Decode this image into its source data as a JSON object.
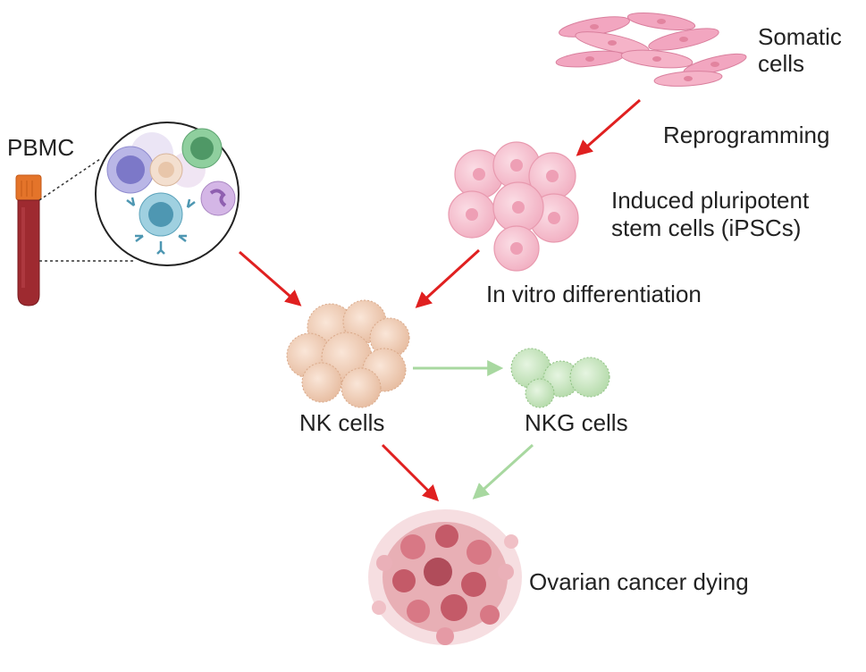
{
  "labels": {
    "pbmc": "PBMC",
    "somatic_line1": "Somatic",
    "somatic_line2": "cells",
    "reprogramming": "Reprogramming",
    "ipsc_line1": "Induced pluripotent",
    "ipsc_line2": "stem cells (iPSCs)",
    "differentiation": "In vitro differentiation",
    "nk_cells": "NK cells",
    "nkg_cells": "NKG cells",
    "ovarian": "Ovarian cancer dying"
  },
  "colors": {
    "red_arrow": "#e02020",
    "green_arrow": "#a8d8a0",
    "text": "#222222",
    "somatic_cell": "#f2a6c0",
    "ipsc_cell": "#f7c6d2",
    "nk_cell": "#f1d2bc",
    "nkg_cell": "#cfe9c7",
    "cancer": "#c05865",
    "tube_blood": "#9e2a30",
    "tube_cap": "#e4742a"
  },
  "icons": {
    "pbmc_tube": "blood-tube-icon",
    "pbmc_magnifier": "pbmc-cells-magnifier-icon",
    "somatic": "somatic-cells-icon",
    "ipsc": "ipsc-cluster-icon",
    "nk": "nk-cell-cluster-icon",
    "nkg": "nkg-cell-cluster-icon",
    "cancer": "ovarian-tumor-icon"
  }
}
